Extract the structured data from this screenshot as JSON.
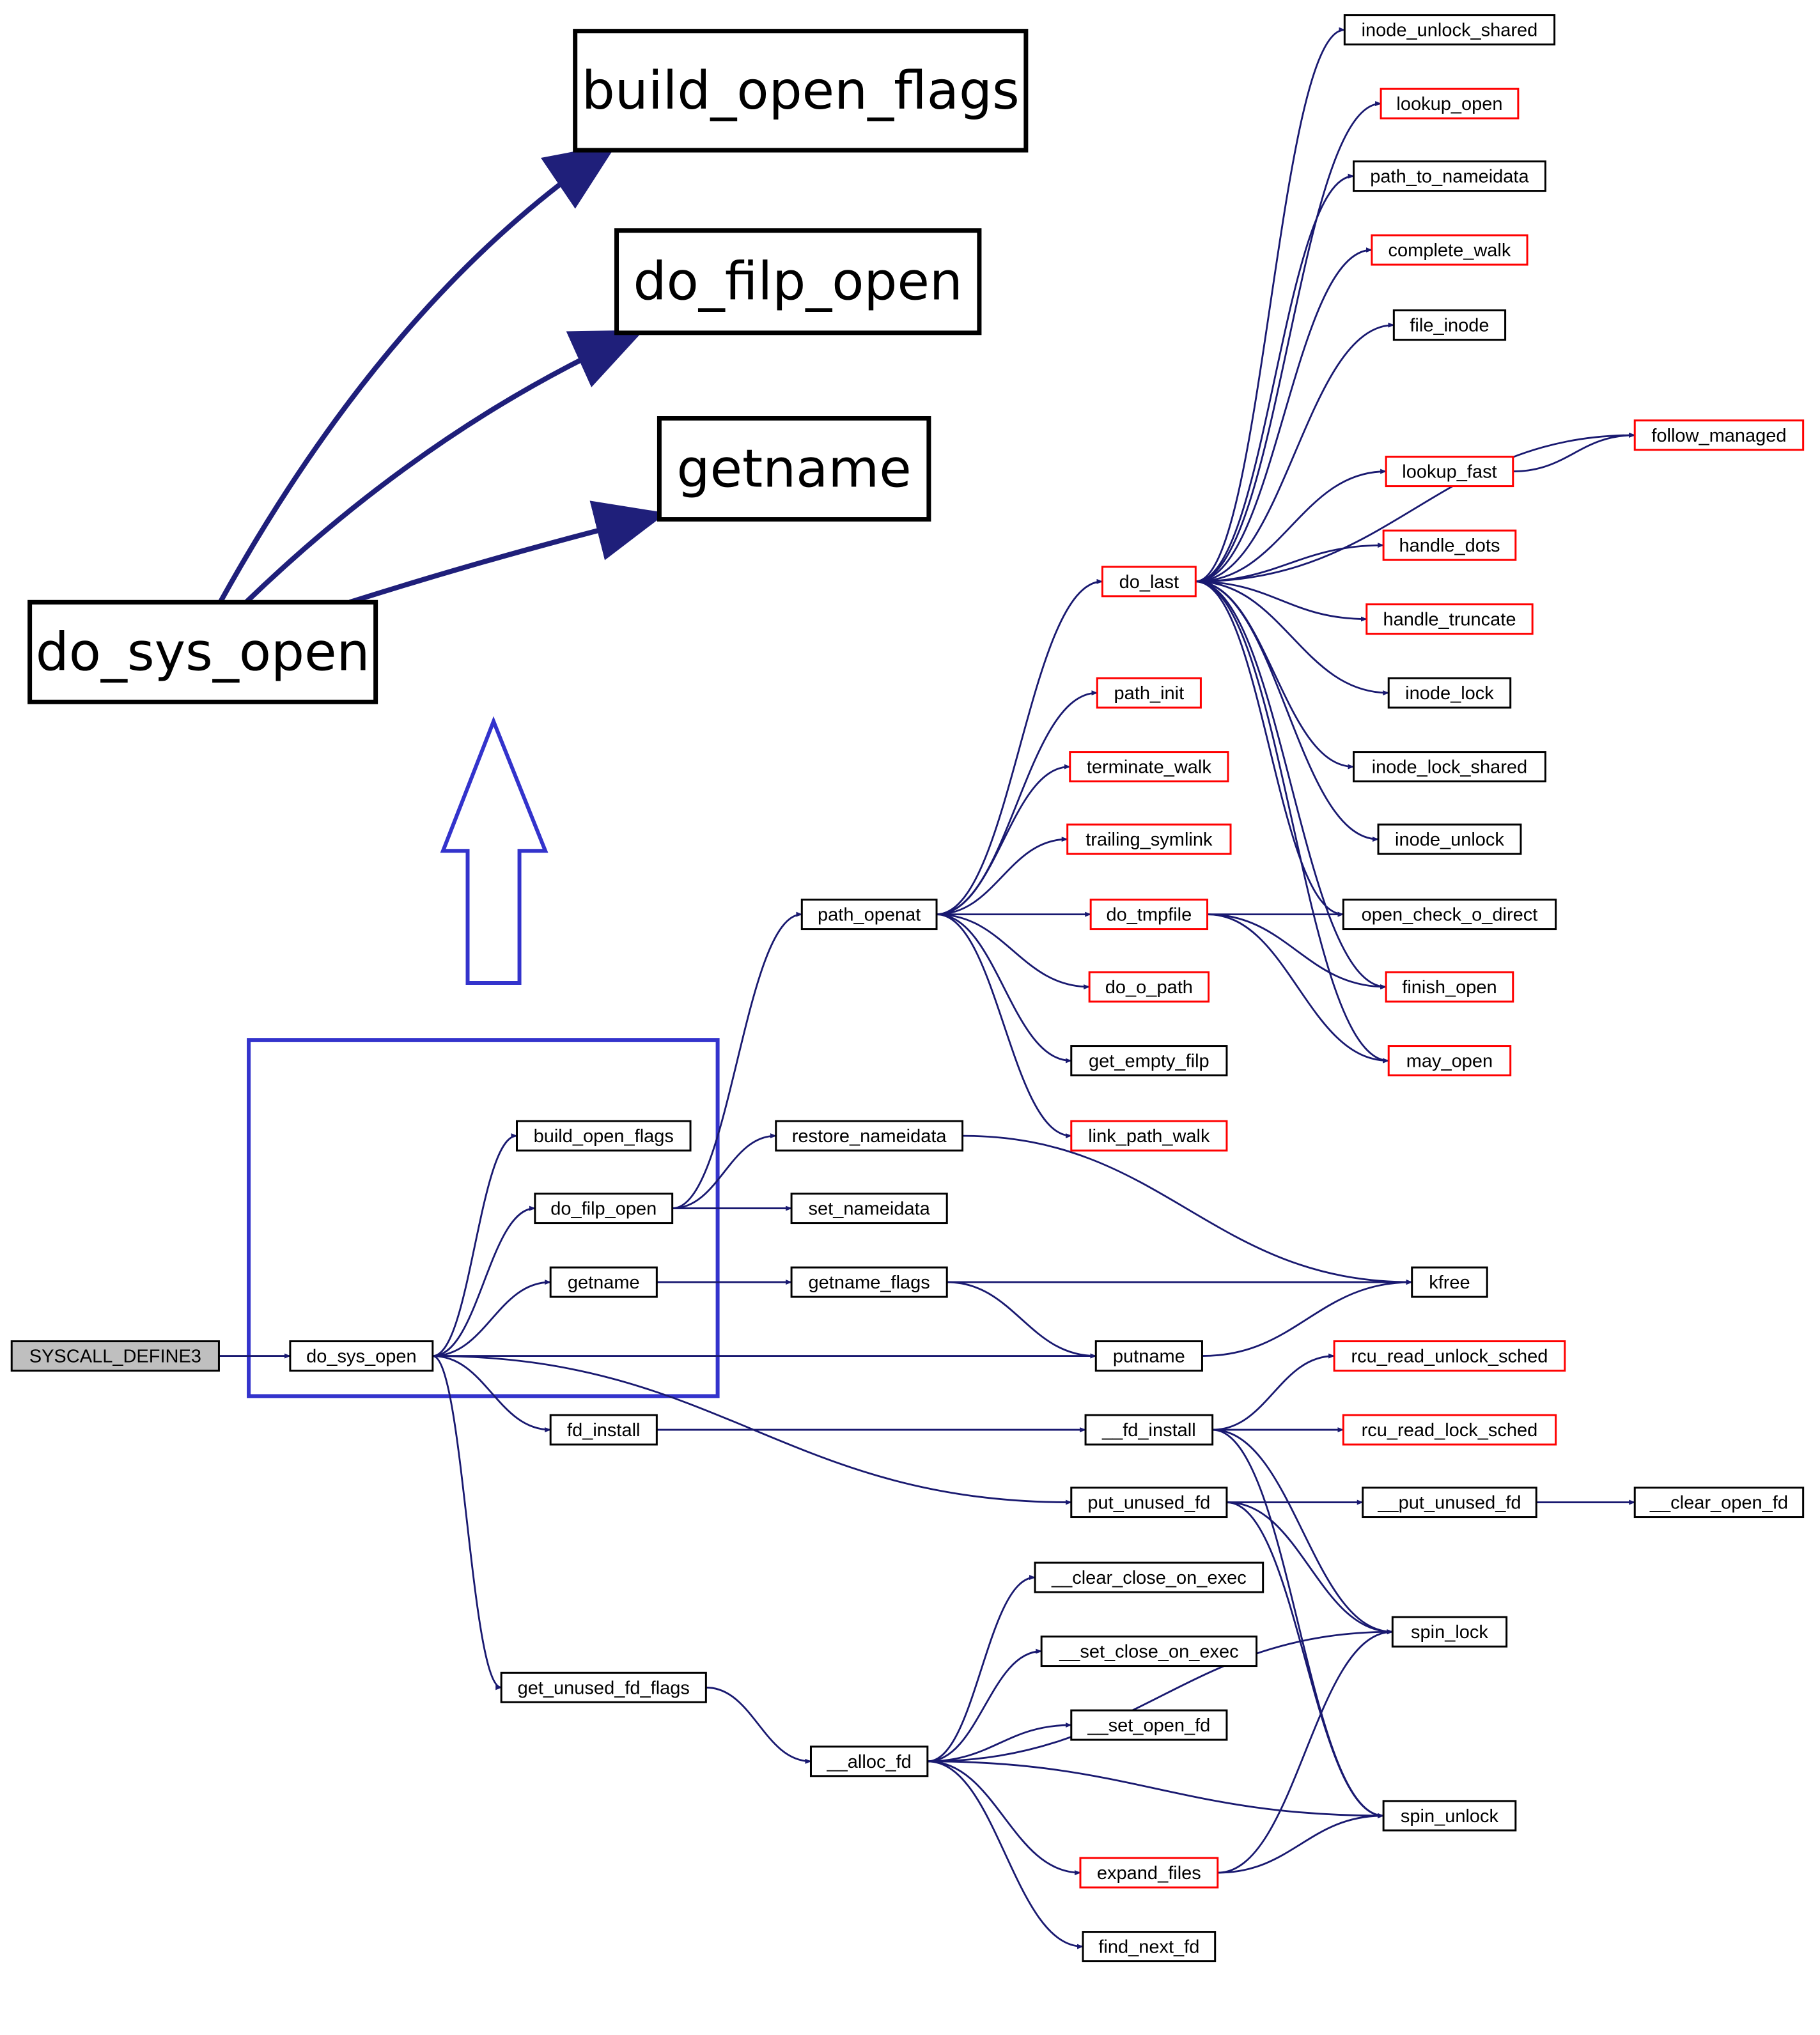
{
  "colors": {
    "edge": "#191970",
    "black_border": "#000000",
    "red_border": "#ff0000",
    "root_fill": "#bfbfbf",
    "highlight": "#3333cc"
  },
  "zoom": {
    "nodes": [
      {
        "id": "z_build_open_flags",
        "label": "build_open_flags"
      },
      {
        "id": "z_do_filp_open",
        "label": "do_filp_open"
      },
      {
        "id": "z_getname",
        "label": "getname"
      },
      {
        "id": "z_do_sys_open",
        "label": "do_sys_open"
      }
    ],
    "arrow_icon": "up-arrow"
  },
  "graph": {
    "nodes": [
      {
        "id": "SYSCALL_DEFINE3",
        "label": "SYSCALL_DEFINE3",
        "style": "root"
      },
      {
        "id": "do_sys_open",
        "label": "do_sys_open",
        "style": "black"
      },
      {
        "id": "build_open_flags",
        "label": "build_open_flags",
        "style": "black"
      },
      {
        "id": "do_filp_open",
        "label": "do_filp_open",
        "style": "black"
      },
      {
        "id": "getname",
        "label": "getname",
        "style": "black"
      },
      {
        "id": "fd_install",
        "label": "fd_install",
        "style": "black"
      },
      {
        "id": "get_unused_fd_flags",
        "label": "get_unused_fd_flags",
        "style": "black"
      },
      {
        "id": "path_openat",
        "label": "path_openat",
        "style": "black"
      },
      {
        "id": "restore_nameidata",
        "label": "restore_nameidata",
        "style": "black"
      },
      {
        "id": "set_nameidata",
        "label": "set_nameidata",
        "style": "black"
      },
      {
        "id": "getname_flags",
        "label": "getname_flags",
        "style": "black"
      },
      {
        "id": "putname",
        "label": "putname",
        "style": "black"
      },
      {
        "id": "__fd_install",
        "label": "__fd_install",
        "style": "black"
      },
      {
        "id": "put_unused_fd",
        "label": "put_unused_fd",
        "style": "black"
      },
      {
        "id": "__alloc_fd",
        "label": "__alloc_fd",
        "style": "black"
      },
      {
        "id": "do_last",
        "label": "do_last",
        "style": "red"
      },
      {
        "id": "path_init",
        "label": "path_init",
        "style": "red"
      },
      {
        "id": "terminate_walk",
        "label": "terminate_walk",
        "style": "red"
      },
      {
        "id": "trailing_symlink",
        "label": "trailing_symlink",
        "style": "red"
      },
      {
        "id": "do_tmpfile",
        "label": "do_tmpfile",
        "style": "red"
      },
      {
        "id": "do_o_path",
        "label": "do_o_path",
        "style": "red"
      },
      {
        "id": "get_empty_filp",
        "label": "get_empty_filp",
        "style": "black"
      },
      {
        "id": "link_path_walk",
        "label": "link_path_walk",
        "style": "red"
      },
      {
        "id": "__clear_close_on_exec",
        "label": "__clear_close_on_exec",
        "style": "black"
      },
      {
        "id": "__set_close_on_exec",
        "label": "__set_close_on_exec",
        "style": "black"
      },
      {
        "id": "__set_open_fd",
        "label": "__set_open_fd",
        "style": "black"
      },
      {
        "id": "expand_files",
        "label": "expand_files",
        "style": "red"
      },
      {
        "id": "find_next_fd",
        "label": "find_next_fd",
        "style": "black"
      },
      {
        "id": "inode_unlock_shared",
        "label": "inode_unlock_shared",
        "style": "black"
      },
      {
        "id": "lookup_open",
        "label": "lookup_open",
        "style": "red"
      },
      {
        "id": "path_to_nameidata",
        "label": "path_to_nameidata",
        "style": "black"
      },
      {
        "id": "complete_walk",
        "label": "complete_walk",
        "style": "red"
      },
      {
        "id": "file_inode",
        "label": "file_inode",
        "style": "black"
      },
      {
        "id": "lookup_fast",
        "label": "lookup_fast",
        "style": "red"
      },
      {
        "id": "follow_managed",
        "label": "follow_managed",
        "style": "red"
      },
      {
        "id": "handle_dots",
        "label": "handle_dots",
        "style": "red"
      },
      {
        "id": "handle_truncate",
        "label": "handle_truncate",
        "style": "red"
      },
      {
        "id": "inode_lock",
        "label": "inode_lock",
        "style": "black"
      },
      {
        "id": "inode_lock_shared",
        "label": "inode_lock_shared",
        "style": "black"
      },
      {
        "id": "inode_unlock",
        "label": "inode_unlock",
        "style": "black"
      },
      {
        "id": "open_check_o_direct",
        "label": "open_check_o_direct",
        "style": "black"
      },
      {
        "id": "finish_open",
        "label": "finish_open",
        "style": "red"
      },
      {
        "id": "may_open",
        "label": "may_open",
        "style": "red"
      },
      {
        "id": "kfree",
        "label": "kfree",
        "style": "black"
      },
      {
        "id": "rcu_read_unlock_sched",
        "label": "rcu_read_unlock_sched",
        "style": "red"
      },
      {
        "id": "rcu_read_lock_sched",
        "label": "rcu_read_lock_sched",
        "style": "red"
      },
      {
        "id": "__put_unused_fd",
        "label": "__put_unused_fd",
        "style": "black"
      },
      {
        "id": "__clear_open_fd",
        "label": "__clear_open_fd",
        "style": "black"
      },
      {
        "id": "spin_lock",
        "label": "spin_lock",
        "style": "black"
      },
      {
        "id": "spin_unlock",
        "label": "spin_unlock",
        "style": "black"
      }
    ],
    "edges": [
      {
        "from": "SYSCALL_DEFINE3",
        "to": "do_sys_open"
      },
      {
        "from": "do_sys_open",
        "to": "build_open_flags"
      },
      {
        "from": "do_sys_open",
        "to": "do_filp_open"
      },
      {
        "from": "do_sys_open",
        "to": "getname"
      },
      {
        "from": "do_sys_open",
        "to": "putname"
      },
      {
        "from": "do_sys_open",
        "to": "fd_install"
      },
      {
        "from": "do_sys_open",
        "to": "put_unused_fd"
      },
      {
        "from": "do_sys_open",
        "to": "get_unused_fd_flags"
      },
      {
        "from": "do_filp_open",
        "to": "path_openat"
      },
      {
        "from": "do_filp_open",
        "to": "restore_nameidata"
      },
      {
        "from": "do_filp_open",
        "to": "set_nameidata"
      },
      {
        "from": "getname",
        "to": "getname_flags"
      },
      {
        "from": "getname_flags",
        "to": "kfree"
      },
      {
        "from": "getname_flags",
        "to": "putname"
      },
      {
        "from": "restore_nameidata",
        "to": "kfree"
      },
      {
        "from": "putname",
        "to": "kfree"
      },
      {
        "from": "fd_install",
        "to": "__fd_install"
      },
      {
        "from": "__fd_install",
        "to": "rcu_read_unlock_sched"
      },
      {
        "from": "__fd_install",
        "to": "rcu_read_lock_sched"
      },
      {
        "from": "__fd_install",
        "to": "spin_lock"
      },
      {
        "from": "__fd_install",
        "to": "spin_unlock"
      },
      {
        "from": "put_unused_fd",
        "to": "__put_unused_fd"
      },
      {
        "from": "put_unused_fd",
        "to": "spin_lock"
      },
      {
        "from": "put_unused_fd",
        "to": "spin_unlock"
      },
      {
        "from": "__put_unused_fd",
        "to": "__clear_open_fd"
      },
      {
        "from": "get_unused_fd_flags",
        "to": "__alloc_fd"
      },
      {
        "from": "__alloc_fd",
        "to": "__clear_close_on_exec"
      },
      {
        "from": "__alloc_fd",
        "to": "__set_close_on_exec"
      },
      {
        "from": "__alloc_fd",
        "to": "__set_open_fd"
      },
      {
        "from": "__alloc_fd",
        "to": "spin_lock"
      },
      {
        "from": "__alloc_fd",
        "to": "expand_files"
      },
      {
        "from": "__alloc_fd",
        "to": "find_next_fd"
      },
      {
        "from": "__alloc_fd",
        "to": "spin_unlock"
      },
      {
        "from": "expand_files",
        "to": "spin_lock"
      },
      {
        "from": "expand_files",
        "to": "spin_unlock"
      },
      {
        "from": "path_openat",
        "to": "do_last"
      },
      {
        "from": "path_openat",
        "to": "path_init"
      },
      {
        "from": "path_openat",
        "to": "terminate_walk"
      },
      {
        "from": "path_openat",
        "to": "trailing_symlink"
      },
      {
        "from": "path_openat",
        "to": "do_tmpfile"
      },
      {
        "from": "path_openat",
        "to": "do_o_path"
      },
      {
        "from": "path_openat",
        "to": "get_empty_filp"
      },
      {
        "from": "path_openat",
        "to": "link_path_walk"
      },
      {
        "from": "do_tmpfile",
        "to": "open_check_o_direct"
      },
      {
        "from": "do_tmpfile",
        "to": "finish_open"
      },
      {
        "from": "do_tmpfile",
        "to": "may_open"
      },
      {
        "from": "do_last",
        "to": "inode_unlock_shared"
      },
      {
        "from": "do_last",
        "to": "lookup_open"
      },
      {
        "from": "do_last",
        "to": "path_to_nameidata"
      },
      {
        "from": "do_last",
        "to": "complete_walk"
      },
      {
        "from": "do_last",
        "to": "file_inode"
      },
      {
        "from": "do_last",
        "to": "follow_managed"
      },
      {
        "from": "do_last",
        "to": "lookup_fast"
      },
      {
        "from": "lookup_fast",
        "to": "follow_managed"
      },
      {
        "from": "do_last",
        "to": "handle_dots"
      },
      {
        "from": "do_last",
        "to": "handle_truncate"
      },
      {
        "from": "do_last",
        "to": "inode_lock"
      },
      {
        "from": "do_last",
        "to": "inode_lock_shared"
      },
      {
        "from": "do_last",
        "to": "inode_unlock"
      },
      {
        "from": "do_last",
        "to": "open_check_o_direct"
      },
      {
        "from": "do_last",
        "to": "finish_open"
      },
      {
        "from": "do_last",
        "to": "may_open"
      }
    ]
  }
}
